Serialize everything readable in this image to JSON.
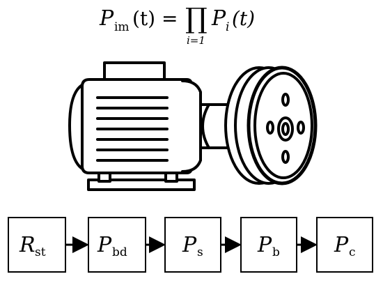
{
  "formula": {
    "lhs_symbol": "P",
    "lhs_subscript": "im",
    "lhs_arg": "(t) =",
    "product_symbol": "∏",
    "product_lower": "i=1",
    "rhs_symbol": "P",
    "rhs_subscript": "i",
    "rhs_arg": "(t)"
  },
  "motor": {
    "icon": "electric-motor-icon"
  },
  "chain": {
    "boxes": [
      {
        "symbol": "R",
        "subscript": "st"
      },
      {
        "symbol": "P",
        "subscript": "bd"
      },
      {
        "symbol": "P",
        "subscript": "s"
      },
      {
        "symbol": "P",
        "subscript": "b"
      },
      {
        "symbol": "P",
        "subscript": "c"
      }
    ]
  }
}
